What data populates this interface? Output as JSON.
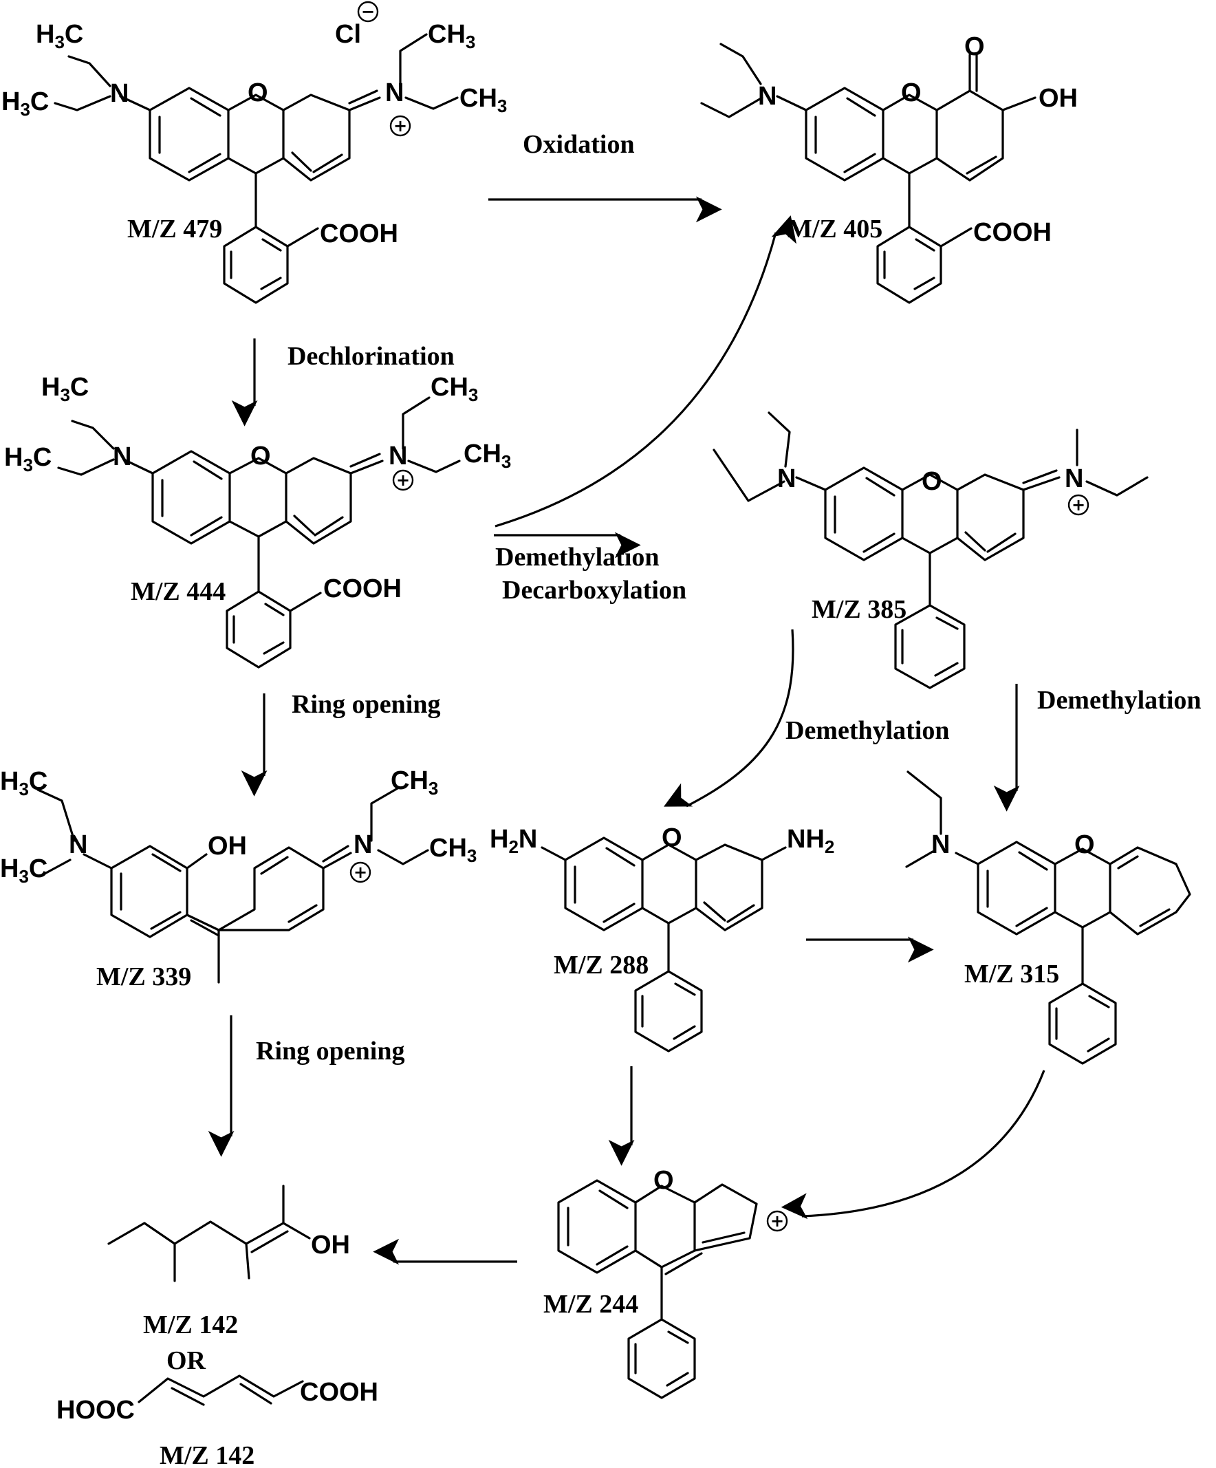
{
  "labels": {
    "mz479": "M/Z 479",
    "mz405": "M/Z 405",
    "mz444": "M/Z 444",
    "mz385": "M/Z 385",
    "mz339": "M/Z 339",
    "mz288": "M/Z 288",
    "mz315": "M/Z 315",
    "mz244": "M/Z 244",
    "mz142a": "M/Z 142",
    "mz142b": "M/Z 142",
    "or": "OR"
  },
  "steps": {
    "oxidation": "Oxidation",
    "dechlorination": "Dechlorination",
    "demethylation_1": "Demethylation",
    "decarboxylation": "Decarboxylation",
    "ring_opening_1": "Ring opening",
    "demethylation_2": "Demethylation",
    "demethylation_3": "Demethylation",
    "ring_opening_2": "Ring opening"
  },
  "atoms": {
    "N": "N",
    "O": "O",
    "H": "H",
    "C": "C",
    "Cl": "Cl",
    "OH": "OH",
    "COOH": "COOH",
    "HOOC": "HOOC",
    "sub3": "3",
    "sub2": "2",
    "plus": "+",
    "minus": "−"
  }
}
